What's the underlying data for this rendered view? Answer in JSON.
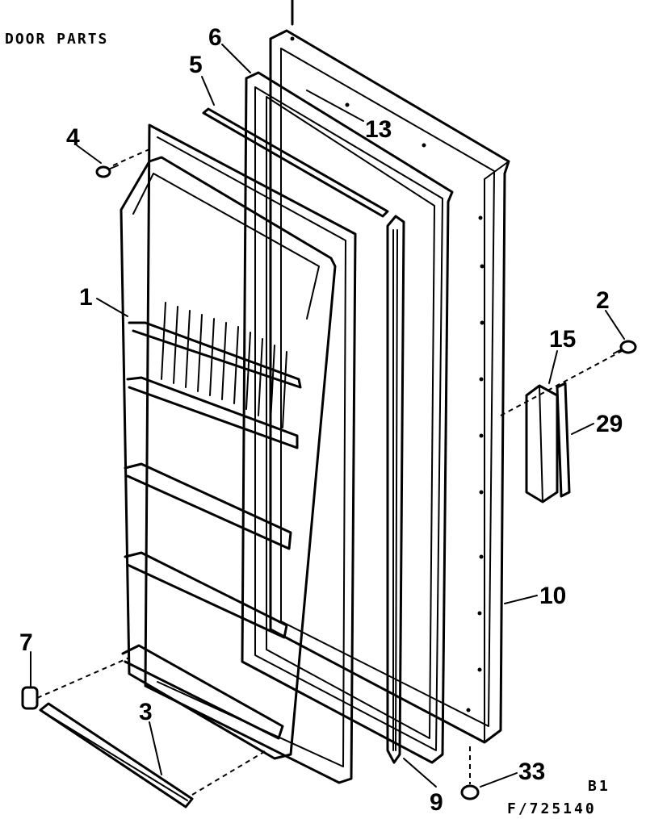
{
  "title": "DOOR PARTS",
  "callouts": {
    "p1": "1",
    "p2": "2",
    "p3": "3",
    "p4": "4",
    "p5": "5",
    "p6": "6",
    "p7": "7",
    "p9": "9",
    "p10": "10",
    "p13": "13",
    "p15": "15",
    "p29": "29",
    "p33": "33"
  },
  "footer": {
    "code_top": "B1",
    "code_bottom": "F/725140"
  }
}
